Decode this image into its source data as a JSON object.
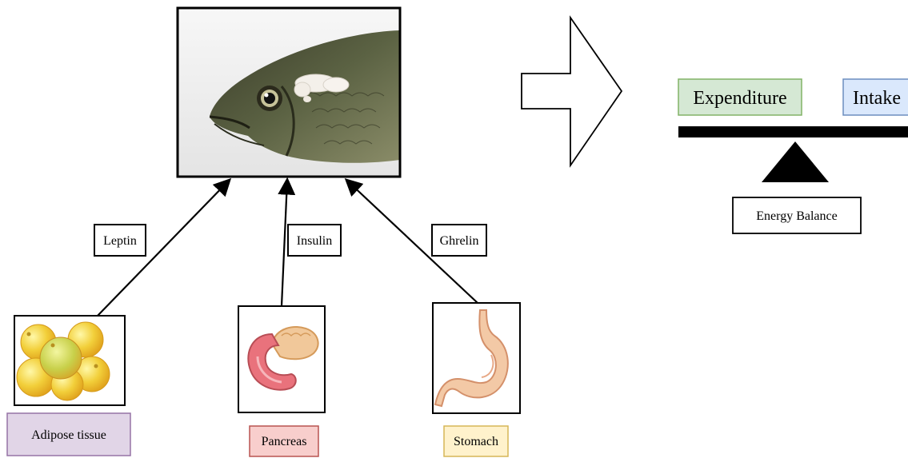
{
  "hormones": {
    "leptin": "Leptin",
    "insulin": "Insulin",
    "ghrelin": "Ghrelin"
  },
  "organs": {
    "adipose": "Adipose tissue",
    "pancreas": "Pancreas",
    "stomach": "Stomach"
  },
  "balance": {
    "expenditure": "Expenditure",
    "intake": "Intake",
    "caption": "Energy Balance"
  },
  "colors": {
    "expenditure_fill": "#d5e8d4",
    "expenditure_stroke": "#82b366",
    "intake_fill": "#dae8fc",
    "intake_stroke": "#6c8ebf",
    "adipose_fill": "#e1d5e7",
    "adipose_stroke": "#9673a6",
    "pancreas_fill": "#f8cecc",
    "pancreas_stroke": "#b85450",
    "stomach_fill": "#fff2cc",
    "stomach_stroke": "#d6b656"
  }
}
